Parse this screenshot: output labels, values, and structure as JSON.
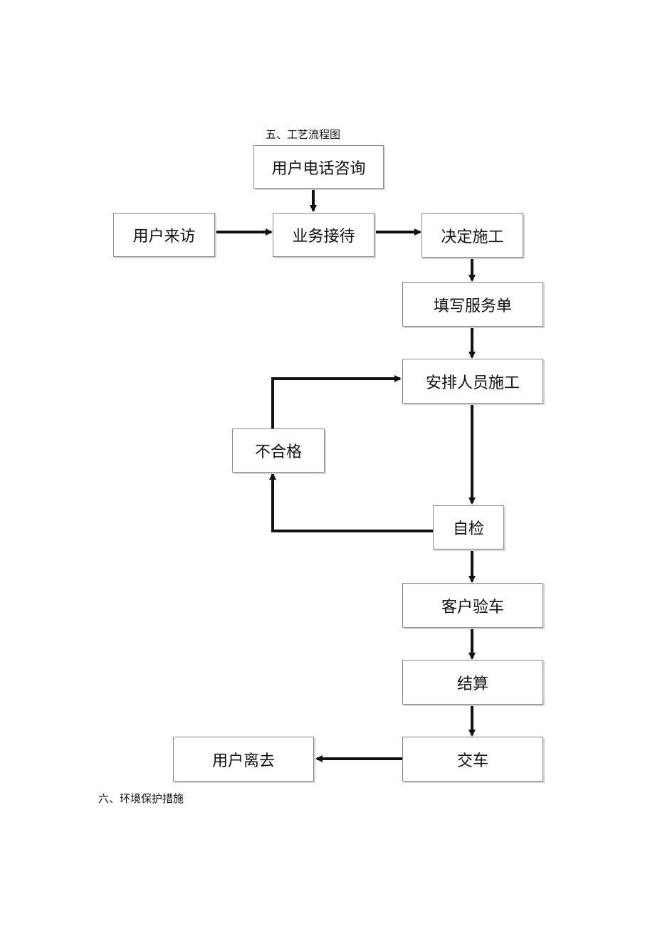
{
  "headings": {
    "section5": "五、工艺流程图",
    "section6": "六、环境保护措施"
  },
  "flow": {
    "phone_inquiry": "用户电话咨询",
    "customer_visit": "用户来访",
    "reception": "业务接待",
    "decide_construction": "决定施工",
    "fill_service_form": "填写服务单",
    "arrange_staff": "安排人员施工",
    "unqualified": "不合格",
    "self_check": "自检",
    "customer_inspection": "客户验车",
    "settlement": "结算",
    "car_delivery": "交车",
    "customer_leaves": "用户离去"
  }
}
